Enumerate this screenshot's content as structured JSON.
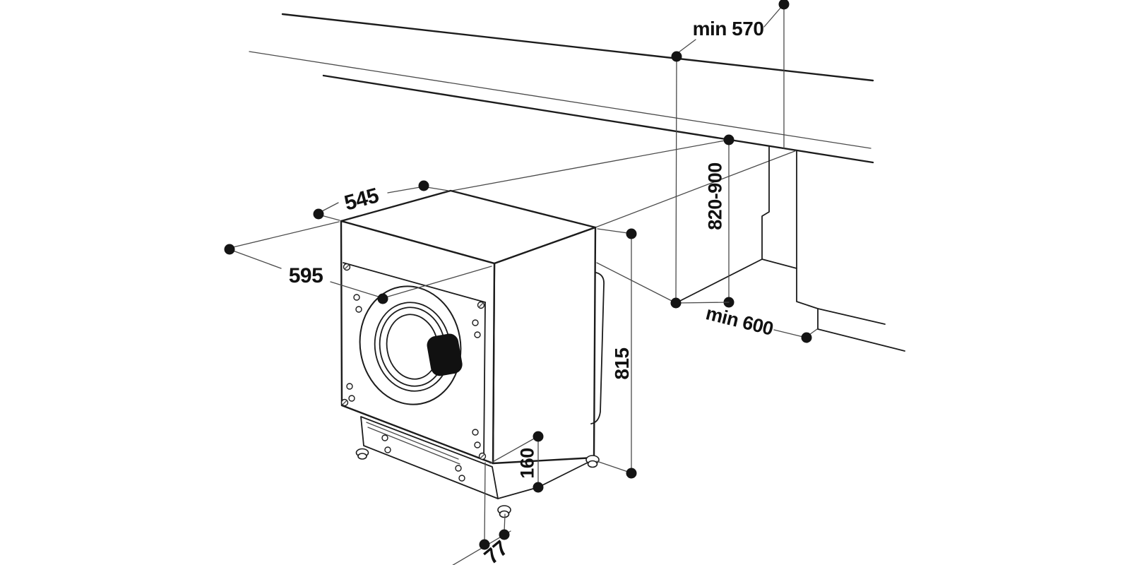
{
  "dimensions": {
    "worktop_min_depth": {
      "text": "min 570"
    },
    "niche_height_range": {
      "text": "820-900"
    },
    "machine_depth": {
      "text": "545"
    },
    "machine_width": {
      "text": "595"
    },
    "floor_min_depth": {
      "text": "min 600"
    },
    "machine_height": {
      "text": "815"
    },
    "base_height": {
      "text": "160"
    },
    "feet_height": {
      "text": "77"
    }
  },
  "colors": {
    "background": "#ffffff",
    "line": "#1c1c1c",
    "thin_line": "#4a4a4a",
    "text": "#111111",
    "door_handle": "#111111"
  }
}
